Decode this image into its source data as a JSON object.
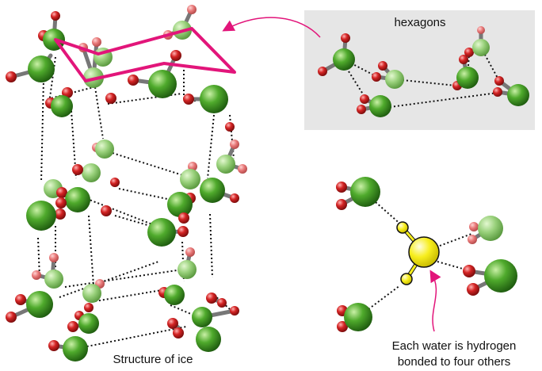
{
  "labels": {
    "hexagons": "hexagons",
    "structure": "Structure of ice",
    "caption_line1": "Each water is hydrogen",
    "caption_line2": "bonded to four others"
  },
  "colors": {
    "oxygen_green": "#3f9e22",
    "hydrogen_red": "#cf1f1f",
    "highlight_pink": "#e2157a",
    "central_yellow": "#f7ee1e",
    "inset_gray": "#e6e6e6"
  }
}
